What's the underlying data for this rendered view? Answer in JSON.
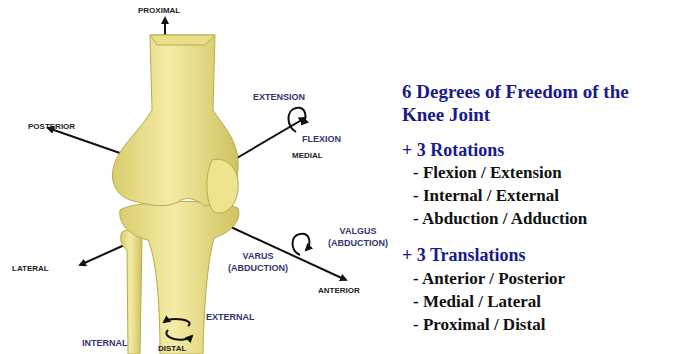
{
  "diagram": {
    "title": "6 Degrees of Freedom of the Knee Joint",
    "labels": [
      "PROXIMAL",
      "POSTERIOR",
      "EXTENSION",
      "FLEXION",
      "MEDIAL",
      "LATERAL",
      "VARUS (ABDUCTION)",
      "VALGUS (ABDUCTION)",
      "ANTERIOR",
      "EXTERNAL",
      "INTERNAL",
      "DISTAL",
      "+ 3 Rotations",
      "- Flexion / Extension",
      "- Internal / External",
      "- Abduction / Adduction",
      "+ 3 Translations",
      "- Anterior / Posterior",
      "- Medial / Lateral",
      "- Proximal / Distal"
    ]
  }
}
